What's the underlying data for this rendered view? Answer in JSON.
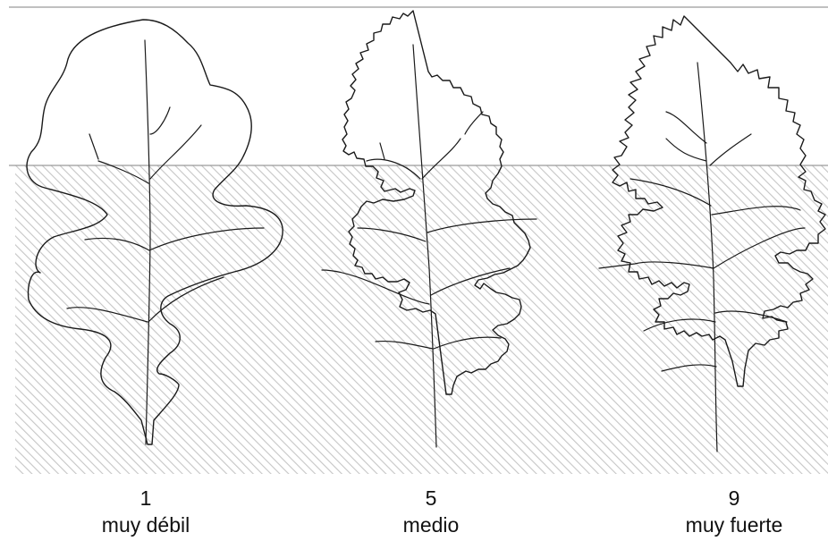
{
  "leaves": [
    {
      "score": "1",
      "label": "muy débil"
    },
    {
      "score": "5",
      "label": "medio"
    },
    {
      "score": "9",
      "label": "muy fuerte"
    }
  ],
  "colors": {
    "hatch": "#c8c8c8",
    "hatch_bg": "#ffffff",
    "outline": "#1a1a1a",
    "rule": "#9a9a9a"
  }
}
